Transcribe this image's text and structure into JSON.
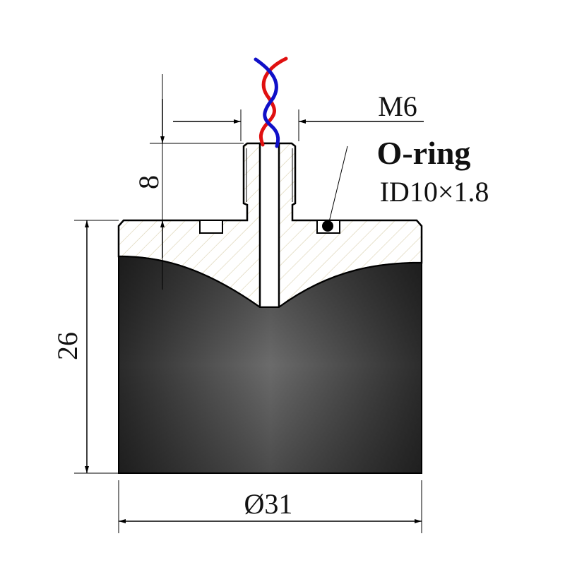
{
  "dimensions": {
    "stud_height": "8",
    "total_height": "26",
    "diameter": "Ø31",
    "thread": "M6"
  },
  "callout": {
    "title": "O-ring",
    "spec": "ID10×1.8"
  },
  "colors": {
    "rubber_dark": "#2a2a2a",
    "rubber_light": "#6a6a6a",
    "hatch": "#d9cfae",
    "wire_red": "#e01010",
    "wire_blue": "#1010c8"
  }
}
